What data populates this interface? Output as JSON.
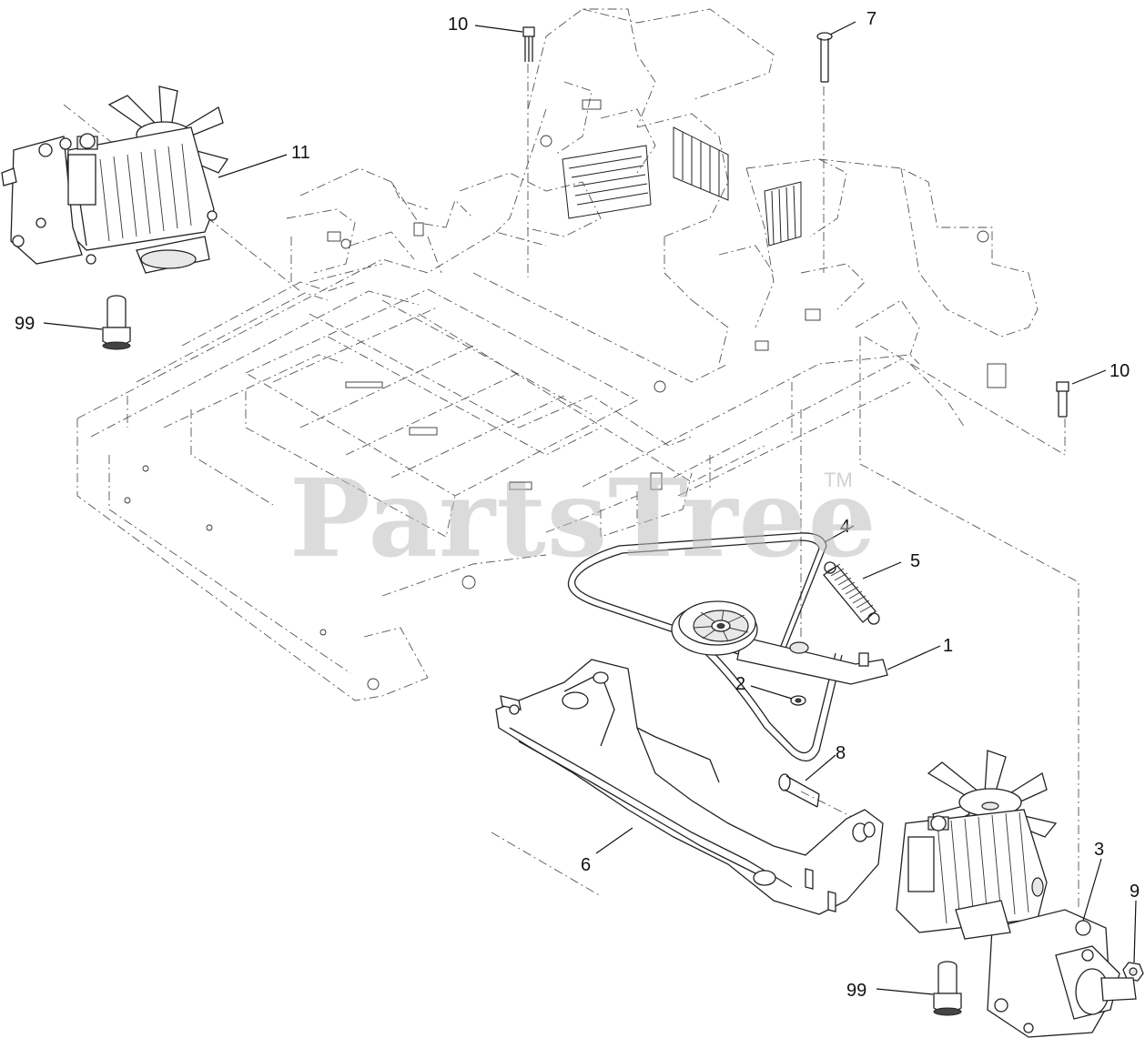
{
  "watermark": {
    "text": "PartsTree",
    "trademark": "TM",
    "color": "#bebebe"
  },
  "callouts": [
    {
      "id": "label-10-top",
      "text": "10"
    },
    {
      "id": "label-7",
      "text": "7"
    },
    {
      "id": "label-11",
      "text": "11"
    },
    {
      "id": "label-99-top",
      "text": "99"
    },
    {
      "id": "label-10-right",
      "text": "10"
    },
    {
      "id": "label-4",
      "text": "4"
    },
    {
      "id": "label-5",
      "text": "5"
    },
    {
      "id": "label-1",
      "text": "1"
    },
    {
      "id": "label-2",
      "text": "2"
    },
    {
      "id": "label-8",
      "text": "8"
    },
    {
      "id": "label-6",
      "text": "6"
    },
    {
      "id": "label-3",
      "text": "3"
    },
    {
      "id": "label-9",
      "text": "9"
    },
    {
      "id": "label-99-bottom",
      "text": "99"
    }
  ]
}
